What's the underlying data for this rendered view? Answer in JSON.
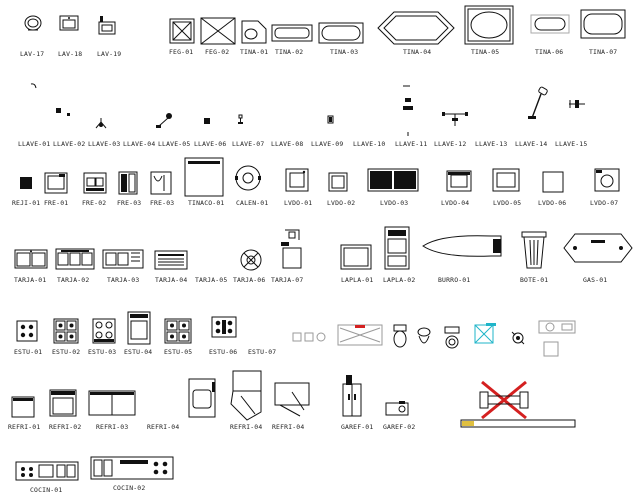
{
  "symbols": [
    {
      "id": "lav17",
      "label": "LAV-17"
    },
    {
      "id": "lav18",
      "label": "LAV-18"
    },
    {
      "id": "lav19",
      "label": "LAV-19"
    },
    {
      "id": "feg01",
      "label": "FEG-01"
    },
    {
      "id": "feg02",
      "label": "FEG-02"
    },
    {
      "id": "tina01",
      "label": "TINA-01"
    },
    {
      "id": "tina02",
      "label": "TINA-02"
    },
    {
      "id": "tina03",
      "label": "TINA-03"
    },
    {
      "id": "tina04",
      "label": "TINA-04"
    },
    {
      "id": "tina05",
      "label": "TINA-05"
    },
    {
      "id": "tina06",
      "label": "TINA-06"
    },
    {
      "id": "tina07",
      "label": "TINA-07"
    },
    {
      "id": "llave01",
      "label": "LLAVE-01"
    },
    {
      "id": "llave02",
      "label": "LLAVE-02"
    },
    {
      "id": "llave03",
      "label": "LLAVE-03"
    },
    {
      "id": "llave04",
      "label": "LLAVE-04"
    },
    {
      "id": "llave05",
      "label": "LLAVE-05"
    },
    {
      "id": "llave06",
      "label": "LLAVE-06"
    },
    {
      "id": "llave07",
      "label": "LLAVE-07"
    },
    {
      "id": "llave08",
      "label": "LLAVE-08"
    },
    {
      "id": "llave09",
      "label": "LLAVE-09"
    },
    {
      "id": "llave10",
      "label": "LLAVE-10"
    },
    {
      "id": "llave11",
      "label": "LLAVE-11"
    },
    {
      "id": "llave12",
      "label": "LLAVE-12"
    },
    {
      "id": "llave13",
      "label": "LLAVE-13"
    },
    {
      "id": "llave14",
      "label": "LLAVE-14"
    },
    {
      "id": "llave15",
      "label": "LLAVE-15"
    },
    {
      "id": "reji01",
      "label": "REJI-01"
    },
    {
      "id": "fre01",
      "label": "FRE-01"
    },
    {
      "id": "fre02",
      "label": "FRE-02"
    },
    {
      "id": "fre03",
      "label": "FRE-03"
    },
    {
      "id": "fre03b",
      "label": "FRE-03"
    },
    {
      "id": "tinaco01",
      "label": "TINACO-01"
    },
    {
      "id": "calen01",
      "label": "CALEN-01"
    },
    {
      "id": "lvdo01",
      "label": "LVDO-01"
    },
    {
      "id": "lvdo02",
      "label": "LVDO-02"
    },
    {
      "id": "lvdo03",
      "label": "LVDO-03"
    },
    {
      "id": "lvdo04",
      "label": "LVDO-04"
    },
    {
      "id": "lvdo05",
      "label": "LVDO-05"
    },
    {
      "id": "lvdo06",
      "label": "LVDO-06"
    },
    {
      "id": "lvdo07",
      "label": "LVDO-07"
    },
    {
      "id": "tarja01",
      "label": "TARJA-01"
    },
    {
      "id": "tarja02",
      "label": "TARJA-02"
    },
    {
      "id": "tarja03",
      "label": "TARJA-03"
    },
    {
      "id": "tarja04",
      "label": "TARJA-04"
    },
    {
      "id": "tarja05",
      "label": "TARJA-05"
    },
    {
      "id": "tarja06",
      "label": "TARJA-06"
    },
    {
      "id": "tarja07",
      "label": "TARJA-07"
    },
    {
      "id": "lapla01",
      "label": "LAPLA-01"
    },
    {
      "id": "lapla02",
      "label": "LAPLA-02"
    },
    {
      "id": "burro01",
      "label": "BURRO-01"
    },
    {
      "id": "bote01",
      "label": "BOTE-01"
    },
    {
      "id": "gas01",
      "label": "GAS-01"
    },
    {
      "id": "estu01",
      "label": "ESTU-01"
    },
    {
      "id": "estu02",
      "label": "ESTU-02"
    },
    {
      "id": "estu03",
      "label": "ESTU-03"
    },
    {
      "id": "estu04",
      "label": "ESTU-04"
    },
    {
      "id": "estu05",
      "label": "ESTU-05"
    },
    {
      "id": "estu06",
      "label": "ESTU-06"
    },
    {
      "id": "estu07",
      "label": "ESTU-07"
    },
    {
      "id": "refri01",
      "label": "REFRI-01"
    },
    {
      "id": "refri02",
      "label": "REFRI-02"
    },
    {
      "id": "refri03",
      "label": "REFRI-03"
    },
    {
      "id": "refri04a",
      "label": "REFRI-04"
    },
    {
      "id": "refri04b",
      "label": "REFRI-04"
    },
    {
      "id": "refri04c",
      "label": "REFRI-04"
    },
    {
      "id": "garef01",
      "label": "GAREF-01"
    },
    {
      "id": "garef02",
      "label": "GAREF-02"
    },
    {
      "id": "cocin01",
      "label": "COCIN-01"
    },
    {
      "id": "cocin02",
      "label": "COCIN-02"
    }
  ],
  "colors": {
    "ink": "#111111",
    "faint": "#9a9a9a",
    "cyan": "#1fb5c9",
    "red": "#d42020",
    "yellow": "#e0c040"
  }
}
